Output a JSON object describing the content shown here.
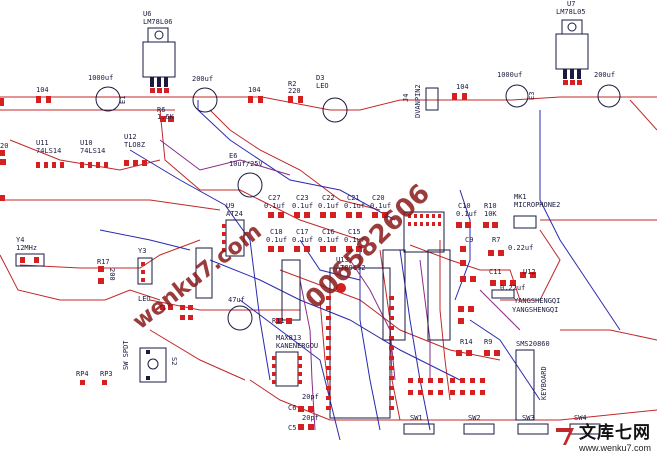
{
  "components": {
    "u6": {
      "ref": "U6",
      "value": "LM78L06"
    },
    "u7": {
      "ref": "U7",
      "value": "LM78L05"
    },
    "c1000a": "1000uf",
    "c200a": "200uf",
    "c1000b": "1000uf",
    "c200b": "200uf",
    "r104a": "104",
    "r104b": "104",
    "r104c": "104",
    "r2": {
      "ref": "R2",
      "value": "220"
    },
    "d3": "D3",
    "leo": "LEO",
    "j4": "J4",
    "j4_value": "DVANPIN2",
    "r6": {
      "ref": "R6",
      "value": "1.6K"
    },
    "e1": "E1",
    "e3": "E3",
    "u11": {
      "ref": "U11",
      "value": "74LS14"
    },
    "u10": {
      "ref": "U10",
      "value": "74LS14"
    },
    "u12": {
      "ref": "U12",
      "value": "TLO8Z"
    },
    "c20_left": "20",
    "e6": {
      "ref": "E6",
      "value": "10uf/25V"
    },
    "u9": {
      "ref": "U9",
      "value": "AT24"
    },
    "caps_row1": [
      {
        "ref": "C27",
        "value": "0.1uf"
      },
      {
        "ref": "C23",
        "value": "0.1uf"
      },
      {
        "ref": "C22",
        "value": "0.1uf"
      },
      {
        "ref": "C21",
        "value": "0.1uf"
      },
      {
        "ref": "C20",
        "value": "0.1uf"
      }
    ],
    "caps_row2": [
      {
        "ref": "C18",
        "value": "0.1uf"
      },
      {
        "ref": "C17",
        "value": "0.1uf"
      },
      {
        "ref": "C16",
        "value": "0.1uf"
      },
      {
        "ref": "C15",
        "value": "0.1uf"
      }
    ],
    "c10": {
      "ref": "C10",
      "value": "0.1uf"
    },
    "r10": {
      "ref": "R10",
      "value": "10K"
    },
    "mk1": {
      "ref": "MK1",
      "value": "MICROPHONE2"
    },
    "y4": {
      "ref": "Y4",
      "value": "12MHz"
    },
    "y3": "Y3",
    "r17": {
      "ref": "R17",
      "value": "200"
    },
    "u13": {
      "ref": "U13",
      "value": "AT89C52"
    },
    "c9": "C9",
    "r7": "R7",
    "c22uf_a": "0.22uf",
    "c11": "C11",
    "u12b": "U12",
    "c22uf_b": "0.22uf",
    "yangsheng": [
      "YANGSHENGQI",
      "YANGSHENGQI"
    ],
    "c47": "47uf",
    "r11": "R11",
    "sw_spdt": "SW SPDT",
    "s2": "S2",
    "rp4": "RP4",
    "rp3": "RP3",
    "max813": {
      "ref": "MAX813",
      "value": "KANENERGOU"
    },
    "c6": "C6",
    "c5": "C5",
    "c20pf": "20pf",
    "r14": "R14",
    "r9": "R9",
    "sms": "SMS20860",
    "keyboard": "KEYBOARD",
    "sw1": "SW1",
    "sw2": "SW2",
    "sw3": "SW3",
    "sw4": "SW4",
    "r7b": "R7",
    "ld": "LEO"
  },
  "watermark": {
    "domain": "wenku7.com",
    "phone": "006582606"
  },
  "footer": {
    "logo_text": "文库七网",
    "url": "www.wenku7.com"
  },
  "colors": {
    "trace_red": "#c0282a",
    "trace_blue": "#2a2ab0",
    "trace_purple": "#8a2a8a",
    "pad_red": "#d42020",
    "silk": "#1a1a40",
    "board_bg": "#ffffff"
  }
}
